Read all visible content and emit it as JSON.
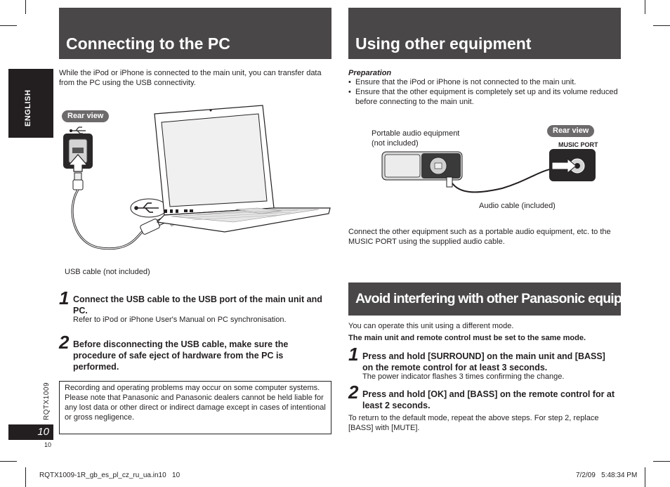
{
  "sidebar": {
    "language": "ENGLISH",
    "doc_code": "RQTX1009",
    "page_number_box": "10",
    "page_number_small": "10"
  },
  "left": {
    "title": "Connecting to the PC",
    "intro": "While the iPod or iPhone is connected to the main unit, you can transfer data from the PC using the USB connectivity.",
    "rear_view": "Rear view",
    "usb_cable_label": "USB cable (not included)",
    "steps": [
      {
        "num": "1",
        "title": "Connect the USB cable to the USB port of the main unit and PC.",
        "sub": "Refer to iPod or iPhone User's Manual on PC synchronisation."
      },
      {
        "num": "2",
        "title": "Before disconnecting the USB cable, make sure the procedure of safe eject of hardware from the PC is performed.",
        "sub": ""
      }
    ],
    "note": "Recording and operating problems may occur on some computer systems.\nPlease note that Panasonic and Panasonic dealers cannot be held liable for any lost data or other direct or indirect damage except in cases of intentional or gross negligence."
  },
  "right_top": {
    "title": "Using other equipment",
    "preparation_label": "Preparation",
    "preparation_items": [
      "Ensure that the iPod or iPhone is not connected to the main unit.",
      "Ensure that the other equipment is completely set up and its volume reduced before connecting to the main unit."
    ],
    "portable_label": "Portable audio equipment\n(not included)",
    "rear_view": "Rear view",
    "music_port_label": "MUSIC PORT",
    "audio_cable_label": "Audio cable (included)",
    "connect_text": "Connect the other equipment such as a portable audio equipment, etc. to the MUSIC PORT using the supplied audio cable."
  },
  "right_bottom": {
    "title": "Avoid interfering with other Panasonic equipment",
    "intro": "You can operate this unit using a different mode.",
    "bold_note": "The main unit and remote control must be set to the same mode.",
    "steps": [
      {
        "num": "1",
        "title": "Press and hold [SURROUND] on the main unit and [BASS] on the remote control for at least 3 seconds.",
        "sub": "The power indicator flashes 3 times confirming the change."
      },
      {
        "num": "2",
        "title": "Press and hold [OK] and [BASS] on the remote control for at least 2 seconds.",
        "sub": ""
      }
    ],
    "return_text": "To return to the default mode, repeat the above steps. For step 2, replace [BASS] with [MUTE]."
  },
  "footer": {
    "file": "RQTX1009-1R_gb_es_pl_cz_ru_ua.in10   10",
    "date": "7/2/09   5:48:34 PM"
  },
  "colors": {
    "header_bg": "#4a4748",
    "pill_bg": "#6d6a6b",
    "sidebar_bg": "#231f20"
  }
}
